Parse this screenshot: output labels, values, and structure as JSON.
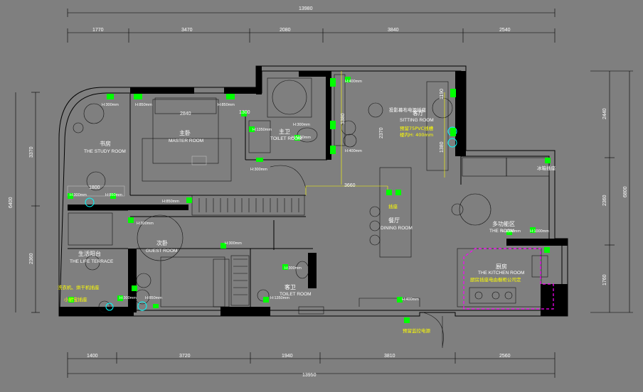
{
  "dimensions": {
    "top_total": "13980",
    "top_segments": [
      "1770",
      "3470",
      "2080",
      "3840",
      "2540"
    ],
    "bottom_segments": [
      "1400",
      "3720",
      "1940",
      "3810",
      "2560"
    ],
    "bottom_total": "13950",
    "left_total": "6400",
    "left_segments": [
      "3370",
      "2360"
    ],
    "right_total": "6800",
    "right_segments": [
      "2440",
      "2360",
      "1760"
    ],
    "inner": [
      "1800",
      "2840",
      "3660",
      "2370",
      "1380",
      "1190",
      "1380",
      "1300"
    ]
  },
  "rooms": {
    "study": {
      "zh": "书房",
      "en": "THE STUDY ROOM"
    },
    "master": {
      "zh": "主卧",
      "en": "MASTER ROOM"
    },
    "master_toilet": {
      "zh": "主卫",
      "en": "TOILET ROOM"
    },
    "sitting": {
      "zh": "客厅",
      "en": "SITTING ROOM"
    },
    "dining": {
      "zh": "餐厅",
      "en": "DINING ROOM"
    },
    "multi": {
      "zh": "多功能区",
      "en": "THE ROOM"
    },
    "guest": {
      "zh": "次卧",
      "en": "GUEST ROOM"
    },
    "terrace": {
      "zh": "生活阳台",
      "en": "THE LIFE TERRACE"
    },
    "guest_toilet": {
      "zh": "客卫",
      "en": "TOILET ROOM"
    },
    "kitchen": {
      "zh": "厨房",
      "en": "THE KITCHEN ROOM"
    }
  },
  "notes": {
    "projector": "投影幕布电源插座",
    "pvc": "预留75PVC线槽",
    "pvc_height": "楼内H: 400mm",
    "fridge": "冰箱插座",
    "island": "插座",
    "kitchen_appliance": "厨房插座电由橱柜公司定",
    "washer": "洗衣机、烘干机插座",
    "small_kitchen": "小厨宝插座",
    "doorbell": "预留监控电源"
  },
  "heights": {
    "h300": "H:300mm",
    "h850": "H:850mm",
    "h400": "H:400mm",
    "h1000": "H:1000mm",
    "h1300": "H:1300mm",
    "h1350": "H:1350mm",
    "h300b": "H:300"
  }
}
